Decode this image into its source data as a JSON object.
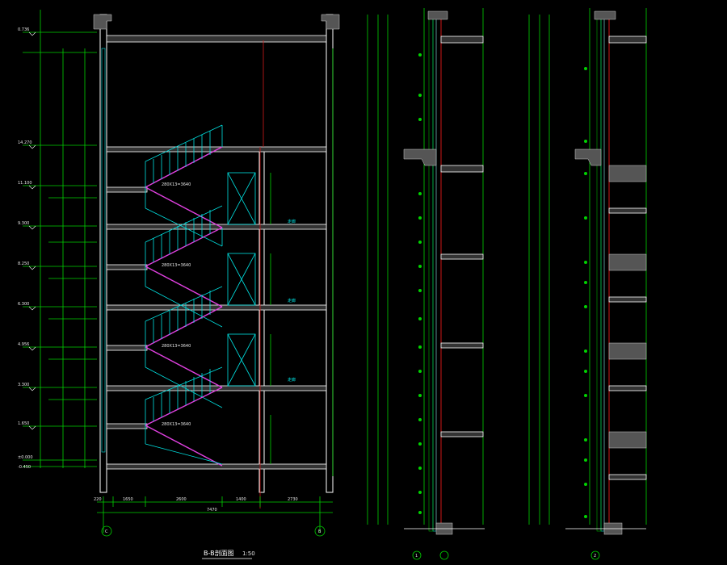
{
  "title": {
    "main": "B-B剖面图",
    "scale": "1:50"
  },
  "axes": {
    "section_left": "C",
    "section_right": "B",
    "detail1_bottom": "1",
    "detail2_bottom": "2"
  },
  "elevations": [
    "0.736",
    "14.270",
    "11.100",
    "9.300",
    "8.250",
    "6.300",
    "4.956",
    "3.300",
    "1.650",
    "±0.000",
    "-0.450"
  ],
  "dims_horizontal": [
    "220",
    "1650",
    "2600",
    "1400",
    "7470",
    "2730"
  ],
  "dims_stair": [
    "280X13=3640",
    "280X13=3640",
    "280X13=3640",
    "280X13=3640"
  ],
  "floor_labels": [
    "走廊",
    "走廊",
    "走廊"
  ],
  "colors": {
    "background": "#000000",
    "dimension": "#00d200",
    "structure": "#ffffff",
    "stair_rail": "#00e0e0",
    "stair_run": "#e040e0",
    "axis": "#d01818"
  }
}
